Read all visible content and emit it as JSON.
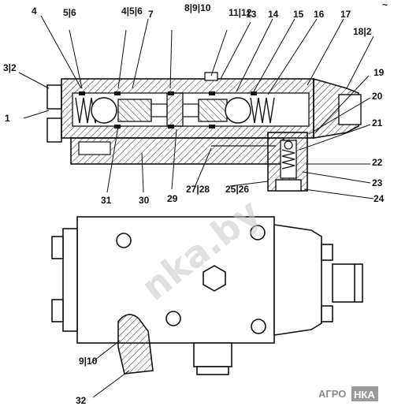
{
  "corner_mark": "~",
  "callouts": {
    "c1": "1",
    "c3_2": "3|2",
    "c4a": "4",
    "c5_6a": "5|6",
    "c4_5_6": "4|5|6",
    "c7": "7",
    "c8_9_10": "8|9|10",
    "c11_12": "11|12",
    "c13": "13",
    "c14": "14",
    "c15": "15",
    "c16": "16",
    "c17": "17",
    "c18_2": "18|2",
    "c19": "19",
    "c20": "20",
    "c21": "21",
    "c22": "22",
    "c23": "23",
    "c24": "24",
    "c25_26": "25|26",
    "c27_28": "27|28",
    "c29": "29",
    "c30": "30",
    "c31": "31",
    "c9_10": "9|10",
    "c32": "32"
  },
  "watermark": "nka.by",
  "brand": {
    "left": "АГРО",
    "right": "НКА"
  },
  "colors": {
    "ink": "#111111",
    "hatch": "#333333",
    "background": "#ffffff"
  }
}
